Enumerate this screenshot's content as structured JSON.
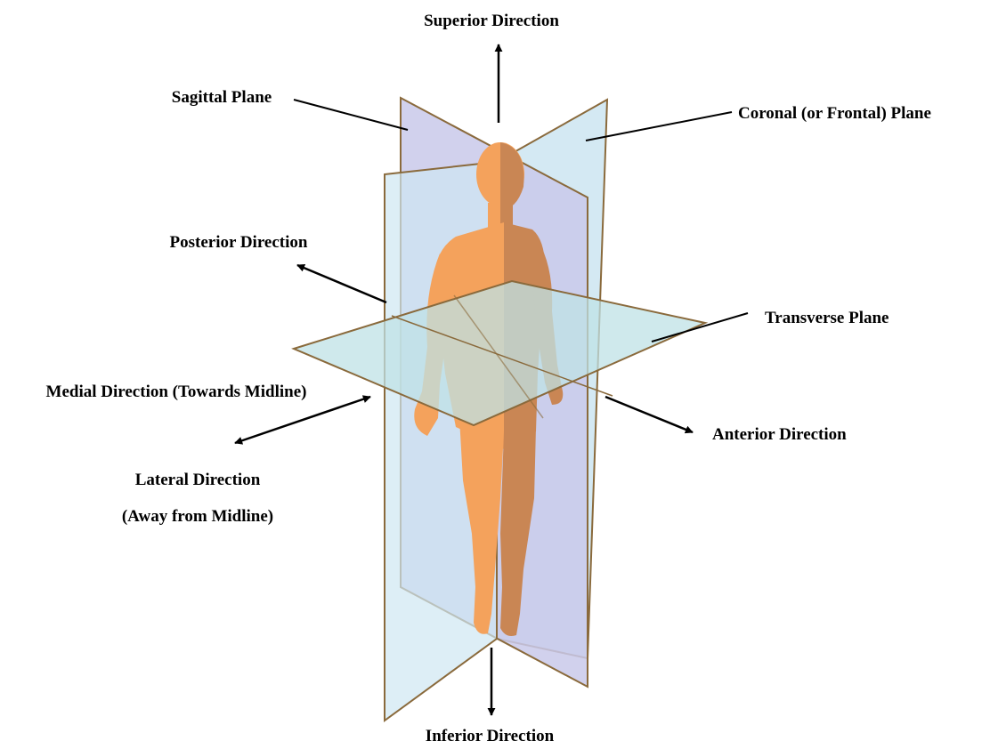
{
  "labels": {
    "superior": "Superior Direction",
    "inferior": "Inferior Direction",
    "sagittal": "Sagittal Plane",
    "coronal": "Coronal (or Frontal) Plane",
    "posterior": "Posterior Direction",
    "transverse": "Transverse Plane",
    "medial": "Medial Direction (Towards Midline)",
    "anterior": "Anterior Direction",
    "lateral_line1": "Lateral Direction",
    "lateral_line2": "(Away from Midline)"
  },
  "colors": {
    "sagittal_plane": "#c9c9ea",
    "coronal_plane": "#cfe7f2",
    "transverse_plane": "#bfe2e6",
    "plane_edge": "#8a6a3c",
    "body_light": "#f4a25c",
    "body_dark": "#c98654",
    "annotation": "#000000"
  }
}
